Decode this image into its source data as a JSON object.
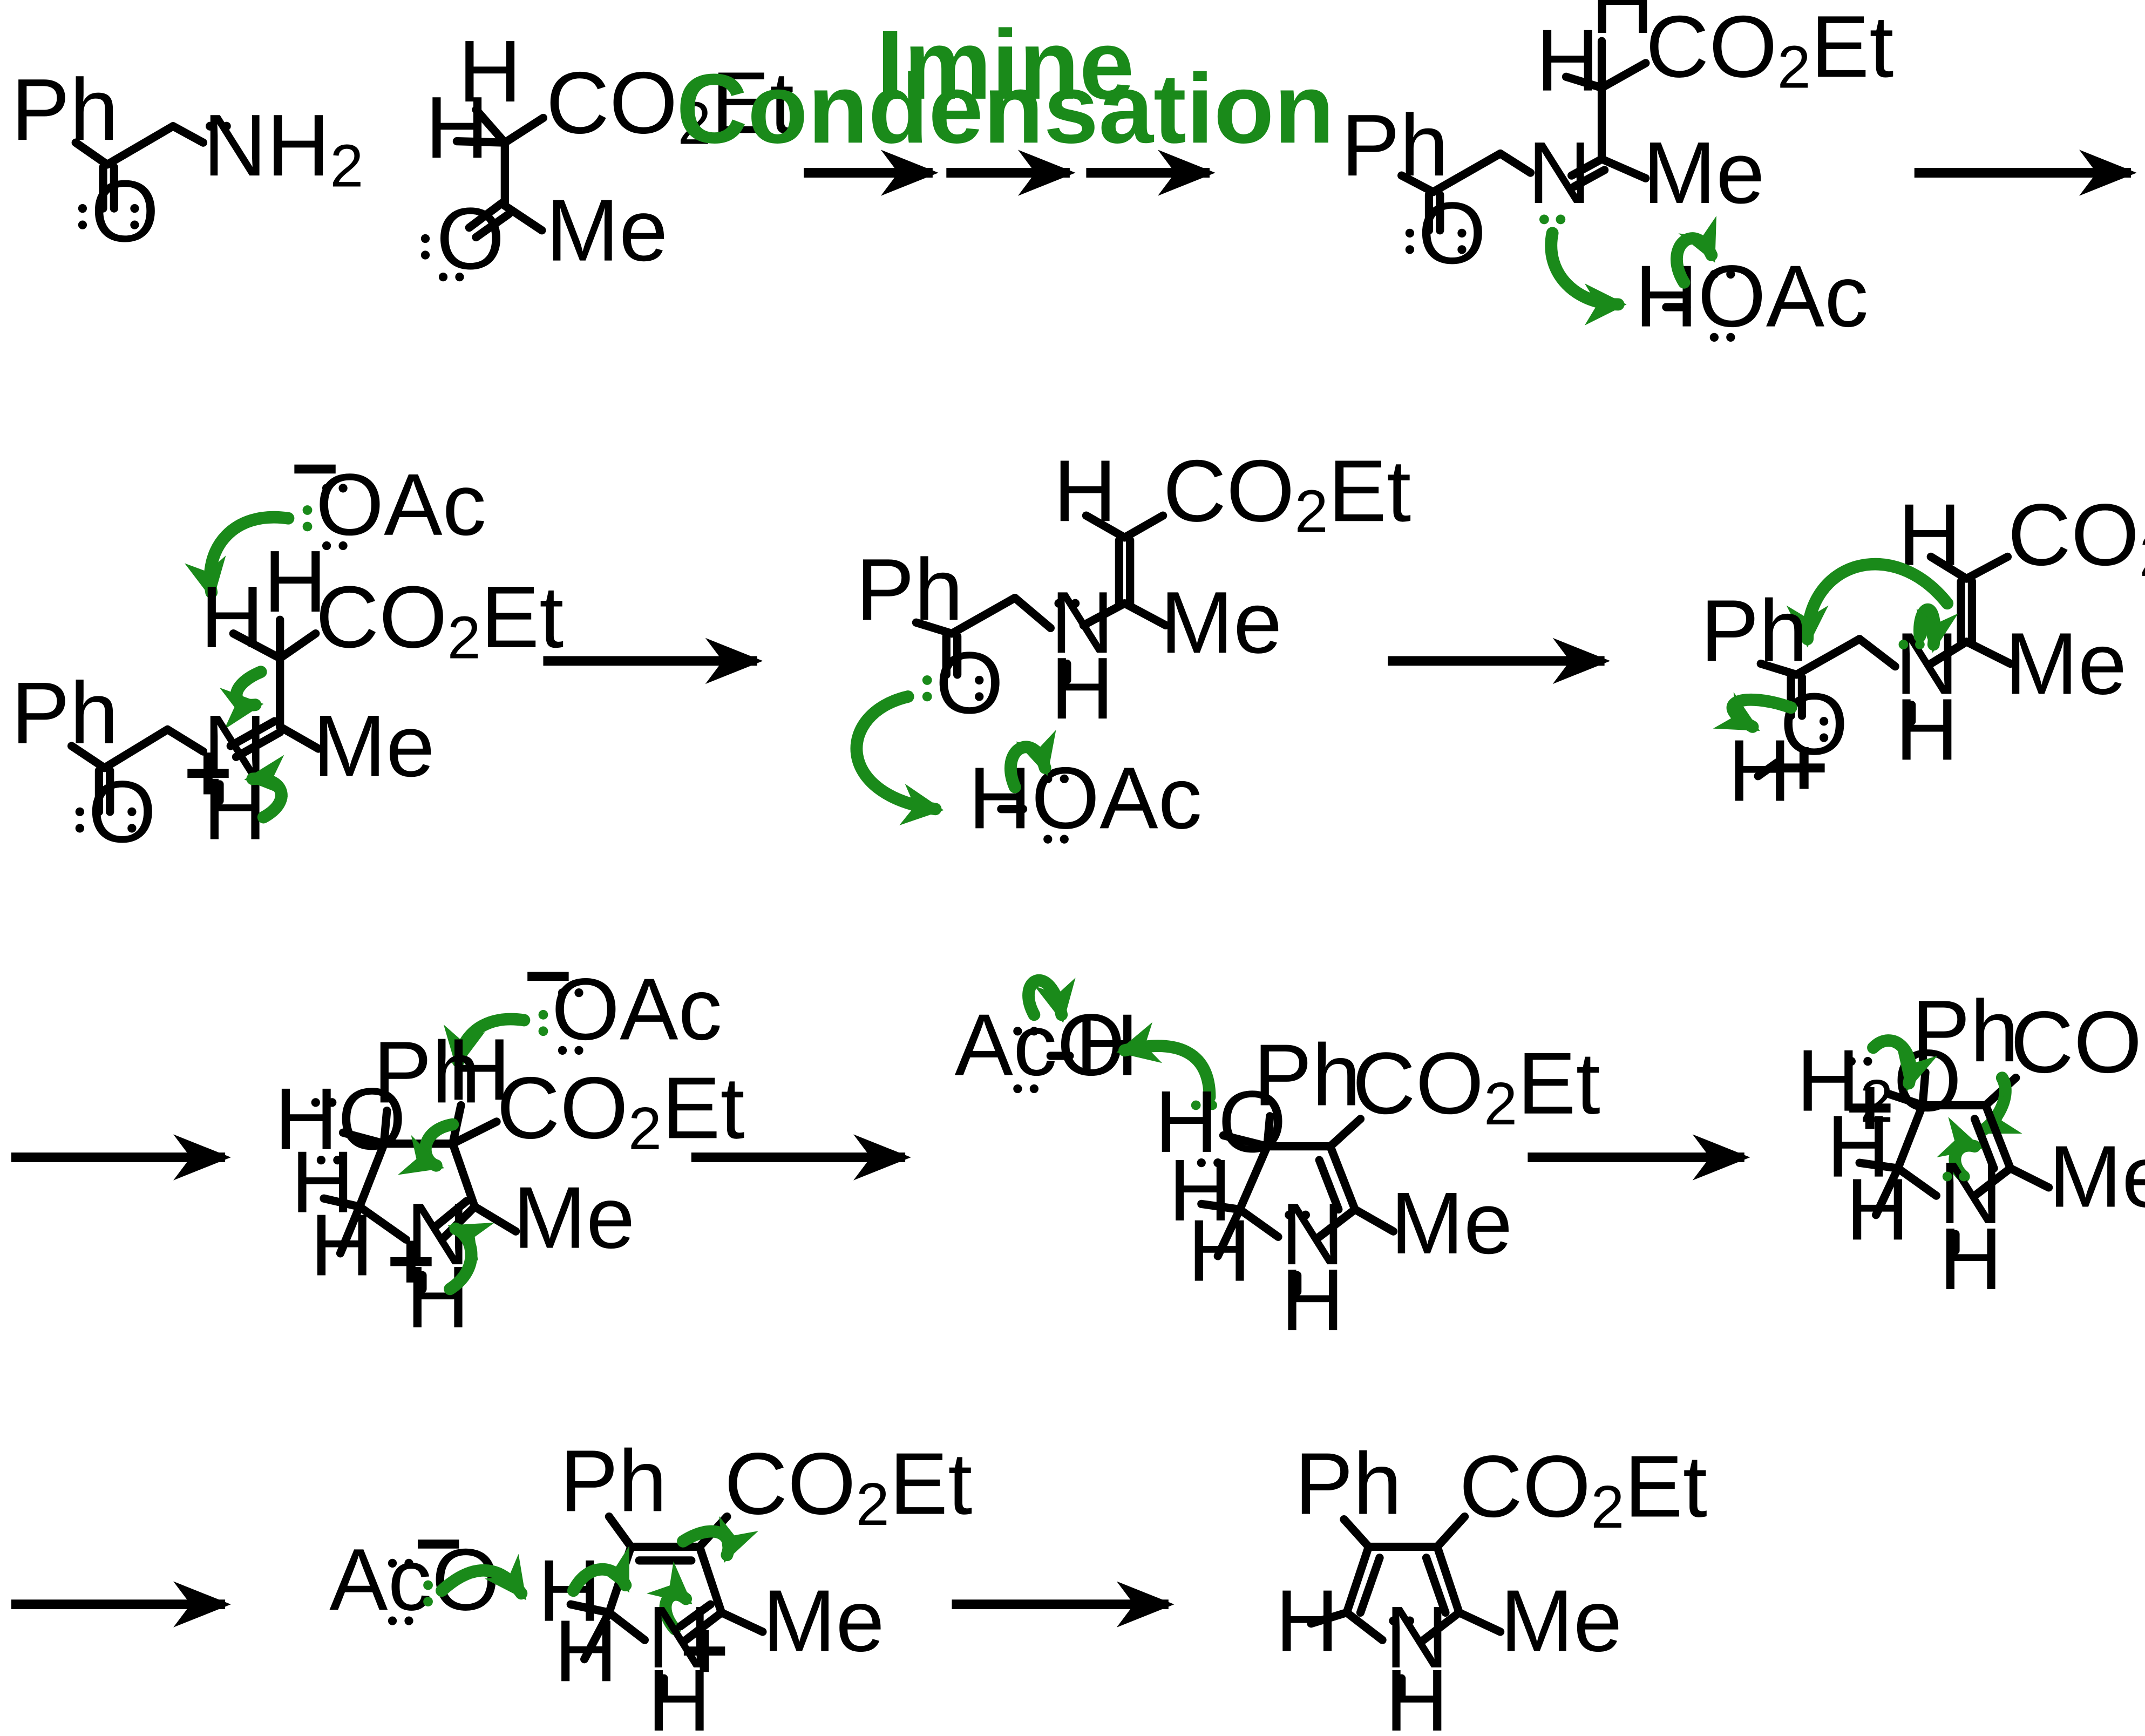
{
  "colors": {
    "ink": "#000000",
    "mechanism": "#1a8a1a",
    "background": "#ffffff"
  },
  "reaction_label": {
    "line1": "Imine",
    "line2": "Condensation"
  },
  "atoms": {
    "Ph": "Ph",
    "NH": "NH",
    "sub2": "2",
    "H": "H",
    "N": "N",
    "O": "O",
    "CO": "CO",
    "Et": "Et",
    "Me": "Me",
    "OAc": "OAc",
    "AcO": "AcO",
    "HO": "HO",
    "plus": "+",
    "minus": "−"
  }
}
